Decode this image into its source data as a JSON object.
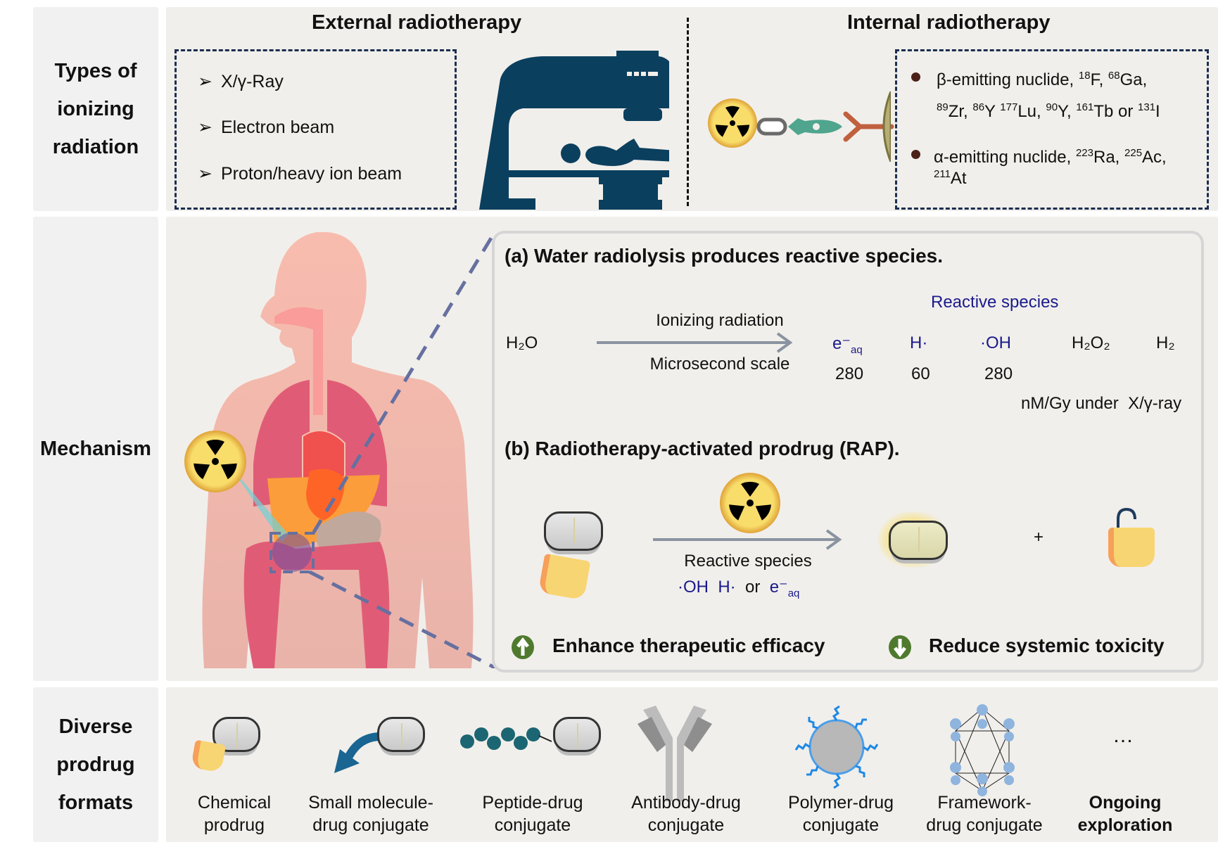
{
  "rows": {
    "types_label": [
      "Types of",
      "ionizing",
      "radiation"
    ],
    "mechanism_label": "Mechanism",
    "formats_label": [
      "Diverse",
      "prodrug",
      "formats"
    ]
  },
  "external": {
    "title": "External radiotherapy",
    "items": [
      "X/γ-Ray",
      "Electron beam",
      "Proton/heavy ion beam"
    ],
    "icon": "linac-machine-icon"
  },
  "internal": {
    "title": "Internal radiotherapy",
    "beta_line1_prefix": "β-emitting nuclide, ",
    "beta_line1": [
      [
        "18",
        "F, "
      ],
      [
        "68",
        "Ga,"
      ]
    ],
    "beta_line2": [
      [
        "89",
        "Zr, "
      ],
      [
        "86",
        "Y "
      ],
      [
        "177",
        "Lu, "
      ],
      [
        "90",
        "Y, "
      ],
      [
        "161",
        "Tb or "
      ],
      [
        "131",
        "I"
      ]
    ],
    "alpha_prefix": "α-emitting nuclide, ",
    "alpha_line": [
      [
        "223",
        "Ra, "
      ],
      [
        "225",
        "Ac,"
      ]
    ],
    "alpha_line2": [
      [
        "211",
        "At"
      ]
    ]
  },
  "mechanism": {
    "a_title": "(a) Water radiolysis produces reactive species.",
    "reactant": "H₂O",
    "arrow_top": "Ionizing radiation",
    "arrow_bottom": "Microsecond scale",
    "reactive_header": "Reactive species",
    "species": [
      {
        "label": "e⁻",
        "sub": "aq",
        "value": "280",
        "reactive": true
      },
      {
        "label": "H·",
        "sub": "",
        "value": "60",
        "reactive": true
      },
      {
        "label": "·OH",
        "sub": "",
        "value": "280",
        "reactive": true
      },
      {
        "label": "H₂O₂",
        "sub": "",
        "value": "",
        "reactive": false
      },
      {
        "label": "H₂",
        "sub": "",
        "value": "",
        "reactive": false
      }
    ],
    "units": "nM/Gy under",
    "units_condition": "X/γ-ray",
    "b_title": "(b) Radiotherapy-activated prodrug (RAP).",
    "b_arrow_label": "Reactive species",
    "b_species": [
      "·OH",
      "H·",
      "or",
      "e⁻",
      "aq"
    ],
    "plus": "+",
    "benefit_up": "Enhance therapeutic efficacy",
    "benefit_down": "Reduce systemic toxicity",
    "colors": {
      "reactive": "#1a1a8c",
      "benefit_icon": "#4f7a2e"
    }
  },
  "formats": [
    {
      "line1": "Chemical",
      "line2": "prodrug",
      "icon": "locked-pill-icon"
    },
    {
      "line1": "Small molecule-",
      "line2": "drug conjugate",
      "icon": "arrow-pill-icon"
    },
    {
      "line1": "Peptide-drug",
      "line2": "conjugate",
      "icon": "peptide-chain-pill-icon"
    },
    {
      "line1": "Antibody-drug",
      "line2": "conjugate",
      "icon": "antibody-icon"
    },
    {
      "line1": "Polymer-drug",
      "line2": "conjugate",
      "icon": "polymer-nanoparticle-icon"
    },
    {
      "line1": "Framework-",
      "line2": "drug conjugate",
      "icon": "framework-cage-icon"
    },
    {
      "line1": "Ongoing",
      "line2": "exploration",
      "icon": "ellipsis",
      "ellipsis": "…"
    }
  ]
}
